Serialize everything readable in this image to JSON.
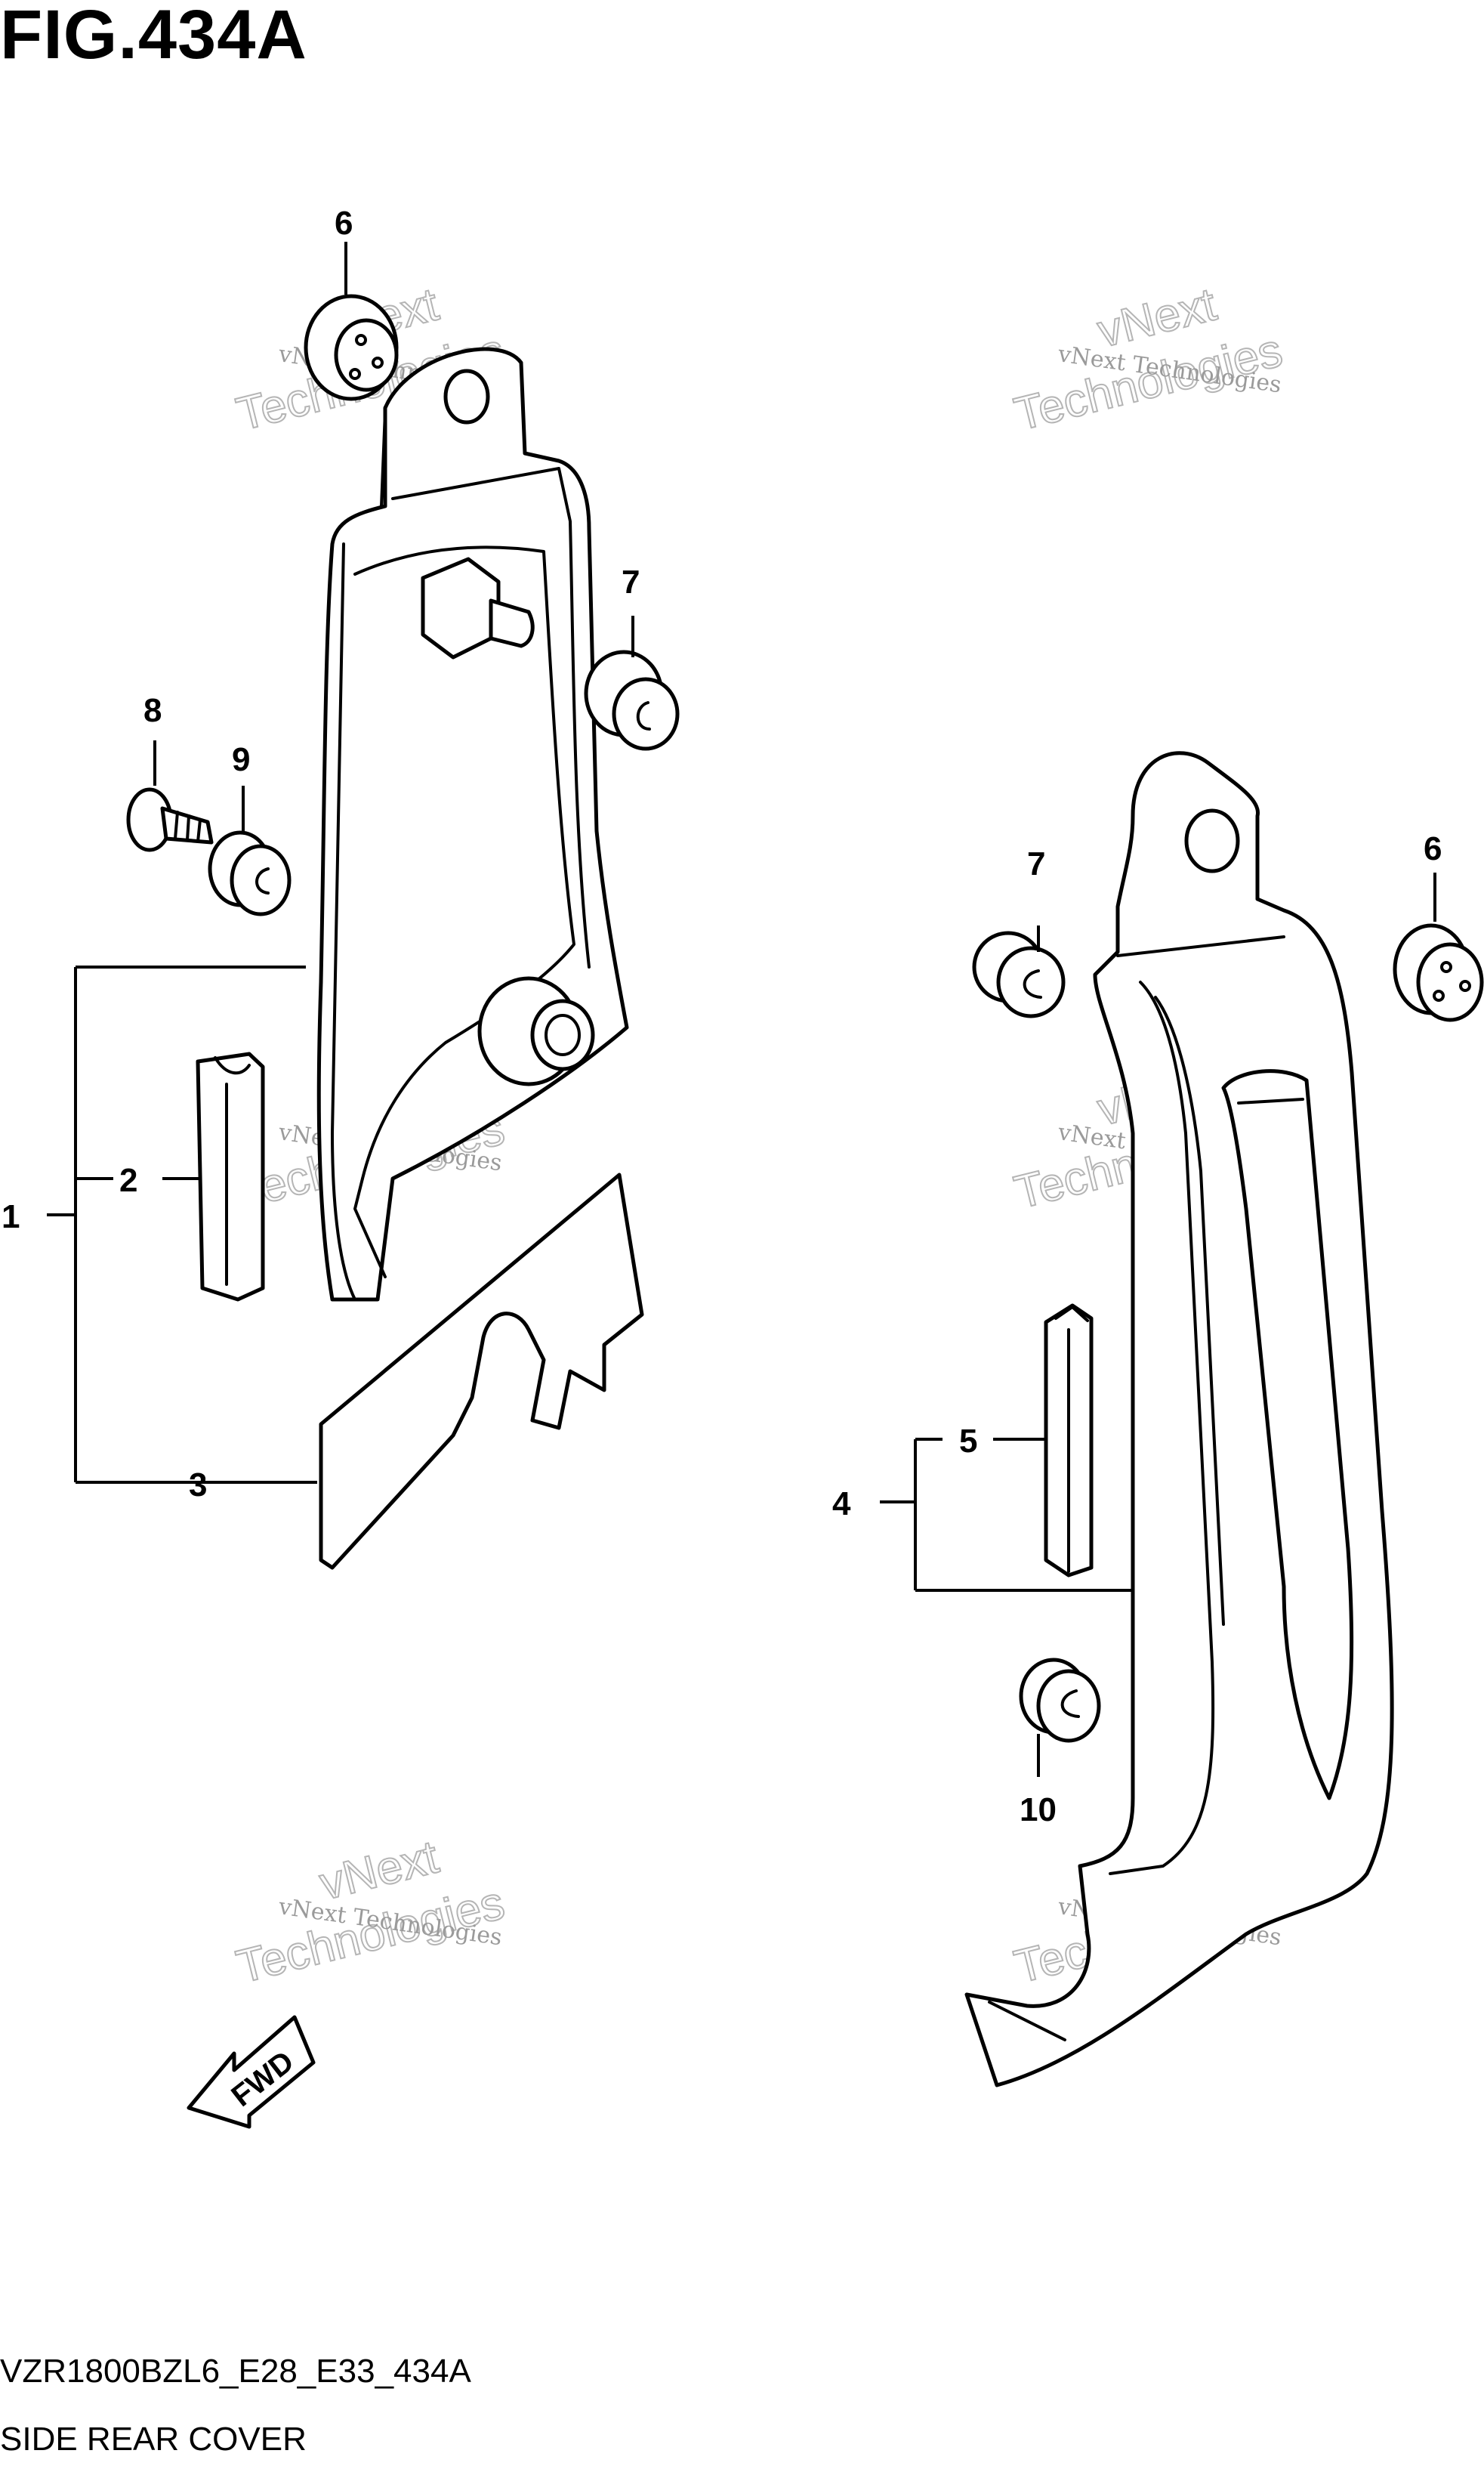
{
  "figure": {
    "title": "FIG.434A",
    "code": "VZR1800BZL6_E28_E33_434A",
    "caption": "SIDE REAR COVER"
  },
  "callouts": {
    "c1": "1",
    "c2": "2",
    "c3": "3",
    "c4": "4",
    "c5": "5",
    "c6a": "6",
    "c6b": "6",
    "c7a": "7",
    "c7b": "7",
    "c8": "8",
    "c9": "9",
    "c10": "10"
  },
  "direction_arrow": {
    "label": "FWD"
  },
  "watermark": {
    "line1": "vNext Technologies",
    "line2": "Technologies",
    "line3": "vNext"
  },
  "colors": {
    "ink": "#000000",
    "watermark": "#9a9a9a",
    "background": "#ffffff"
  }
}
